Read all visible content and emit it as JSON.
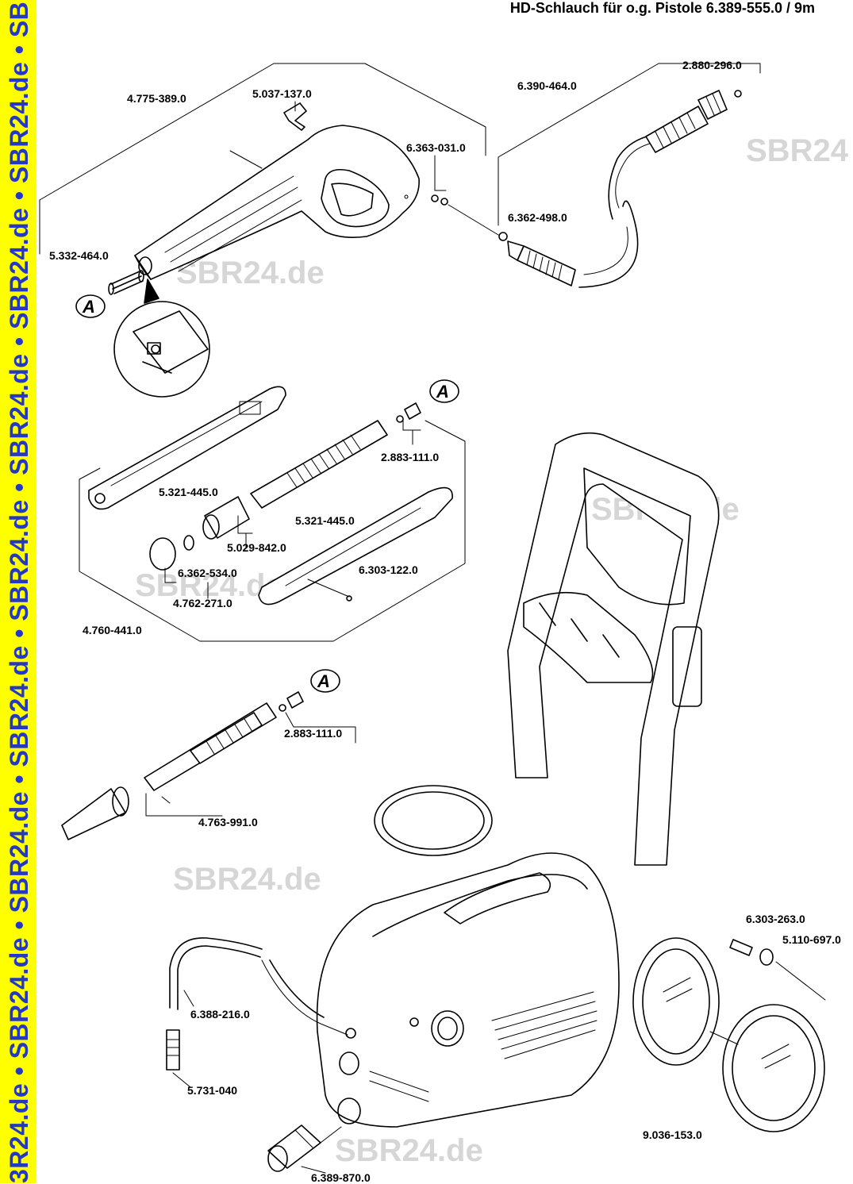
{
  "header": {
    "title": "HD-Schlauch für o.g. Pistole 6.389-555.0 / 9m"
  },
  "side_band": {
    "text": "3R24.de • SBR24.de • SBR24.de • SBR24.de • SBR24.de • SBR24.de • SBR24.de • SBR24.de • SBR24"
  },
  "watermarks": [
    "SBR24.de",
    "SBR24.de",
    "SBR24.de",
    "SBR24.de",
    "SBR24.de",
    "SBR24"
  ],
  "callout_letter": "A",
  "parts": {
    "p_4775_389": "4.775-389.0",
    "p_5037_137": "5.037-137.0",
    "p_6363_031": "6.363-031.0",
    "p_6390_464": "6.390-464.0",
    "p_2880_296": "2.880-296.0",
    "p_6362_498": "6.362-498.0",
    "p_5332_464": "5.332-464.0",
    "p_2883_111_a": "2.883-111.0",
    "p_5321_445_a": "5.321-445.0",
    "p_5321_445_b": "5.321-445.0",
    "p_5029_842": "5.029-842.0",
    "p_6303_122": "6.303-122.0",
    "p_6362_534": "6.362-534.0",
    "p_4762_271": "4.762-271.0",
    "p_4760_441": "4.760-441.0",
    "p_2883_111_b": "2.883-111.0",
    "p_4763_991": "4.763-991.0",
    "p_6303_263": "6.303-263.0",
    "p_5110_697": "5.110-697.0",
    "p_6388_216": "6.388-216.0",
    "p_5731_040": "5.731-040",
    "p_9036_153": "9.036-153.0",
    "p_6389_870": "6.389-870.0"
  }
}
